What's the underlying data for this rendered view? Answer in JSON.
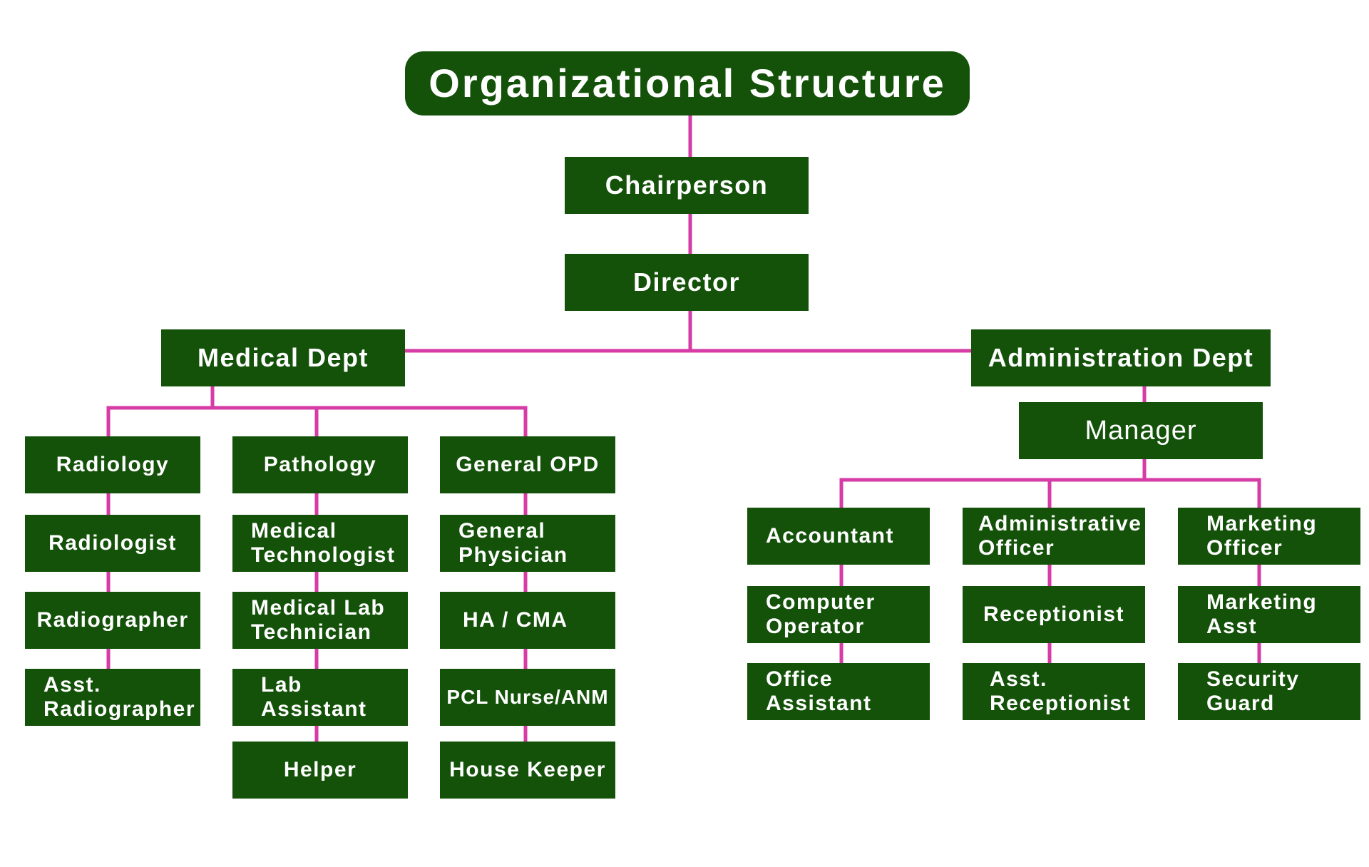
{
  "colors": {
    "box_fill": "#14520a",
    "text": "#ffffff",
    "connector": "#d63ba6"
  },
  "title": "Organizational Structure",
  "chairperson": "Chairperson",
  "director": "Director",
  "medical": {
    "label": "Medical Dept",
    "radiology": [
      "Radiology",
      "Radiologist",
      "Radiographer",
      "Asst.\nRadiographer"
    ],
    "pathology": [
      "Pathology",
      "Medical\nTechnologist",
      "Medical Lab\nTechnician",
      "Lab\nAssistant",
      "Helper"
    ],
    "opd": [
      "General OPD",
      "General\nPhysician",
      "HA / CMA",
      "PCL Nurse/ANM",
      "House Keeper"
    ]
  },
  "admin": {
    "label": "Administration Dept",
    "manager": "Manager",
    "accounts": [
      "Accountant",
      "Computer\nOperator",
      "Office\nAssistant"
    ],
    "administrative": [
      "Administrative\nOfficer",
      "Receptionist",
      "Asst.\nReceptionist"
    ],
    "marketing": [
      "Marketing\nOfficer",
      "Marketing\nAsst",
      "Security\nGuard"
    ]
  }
}
